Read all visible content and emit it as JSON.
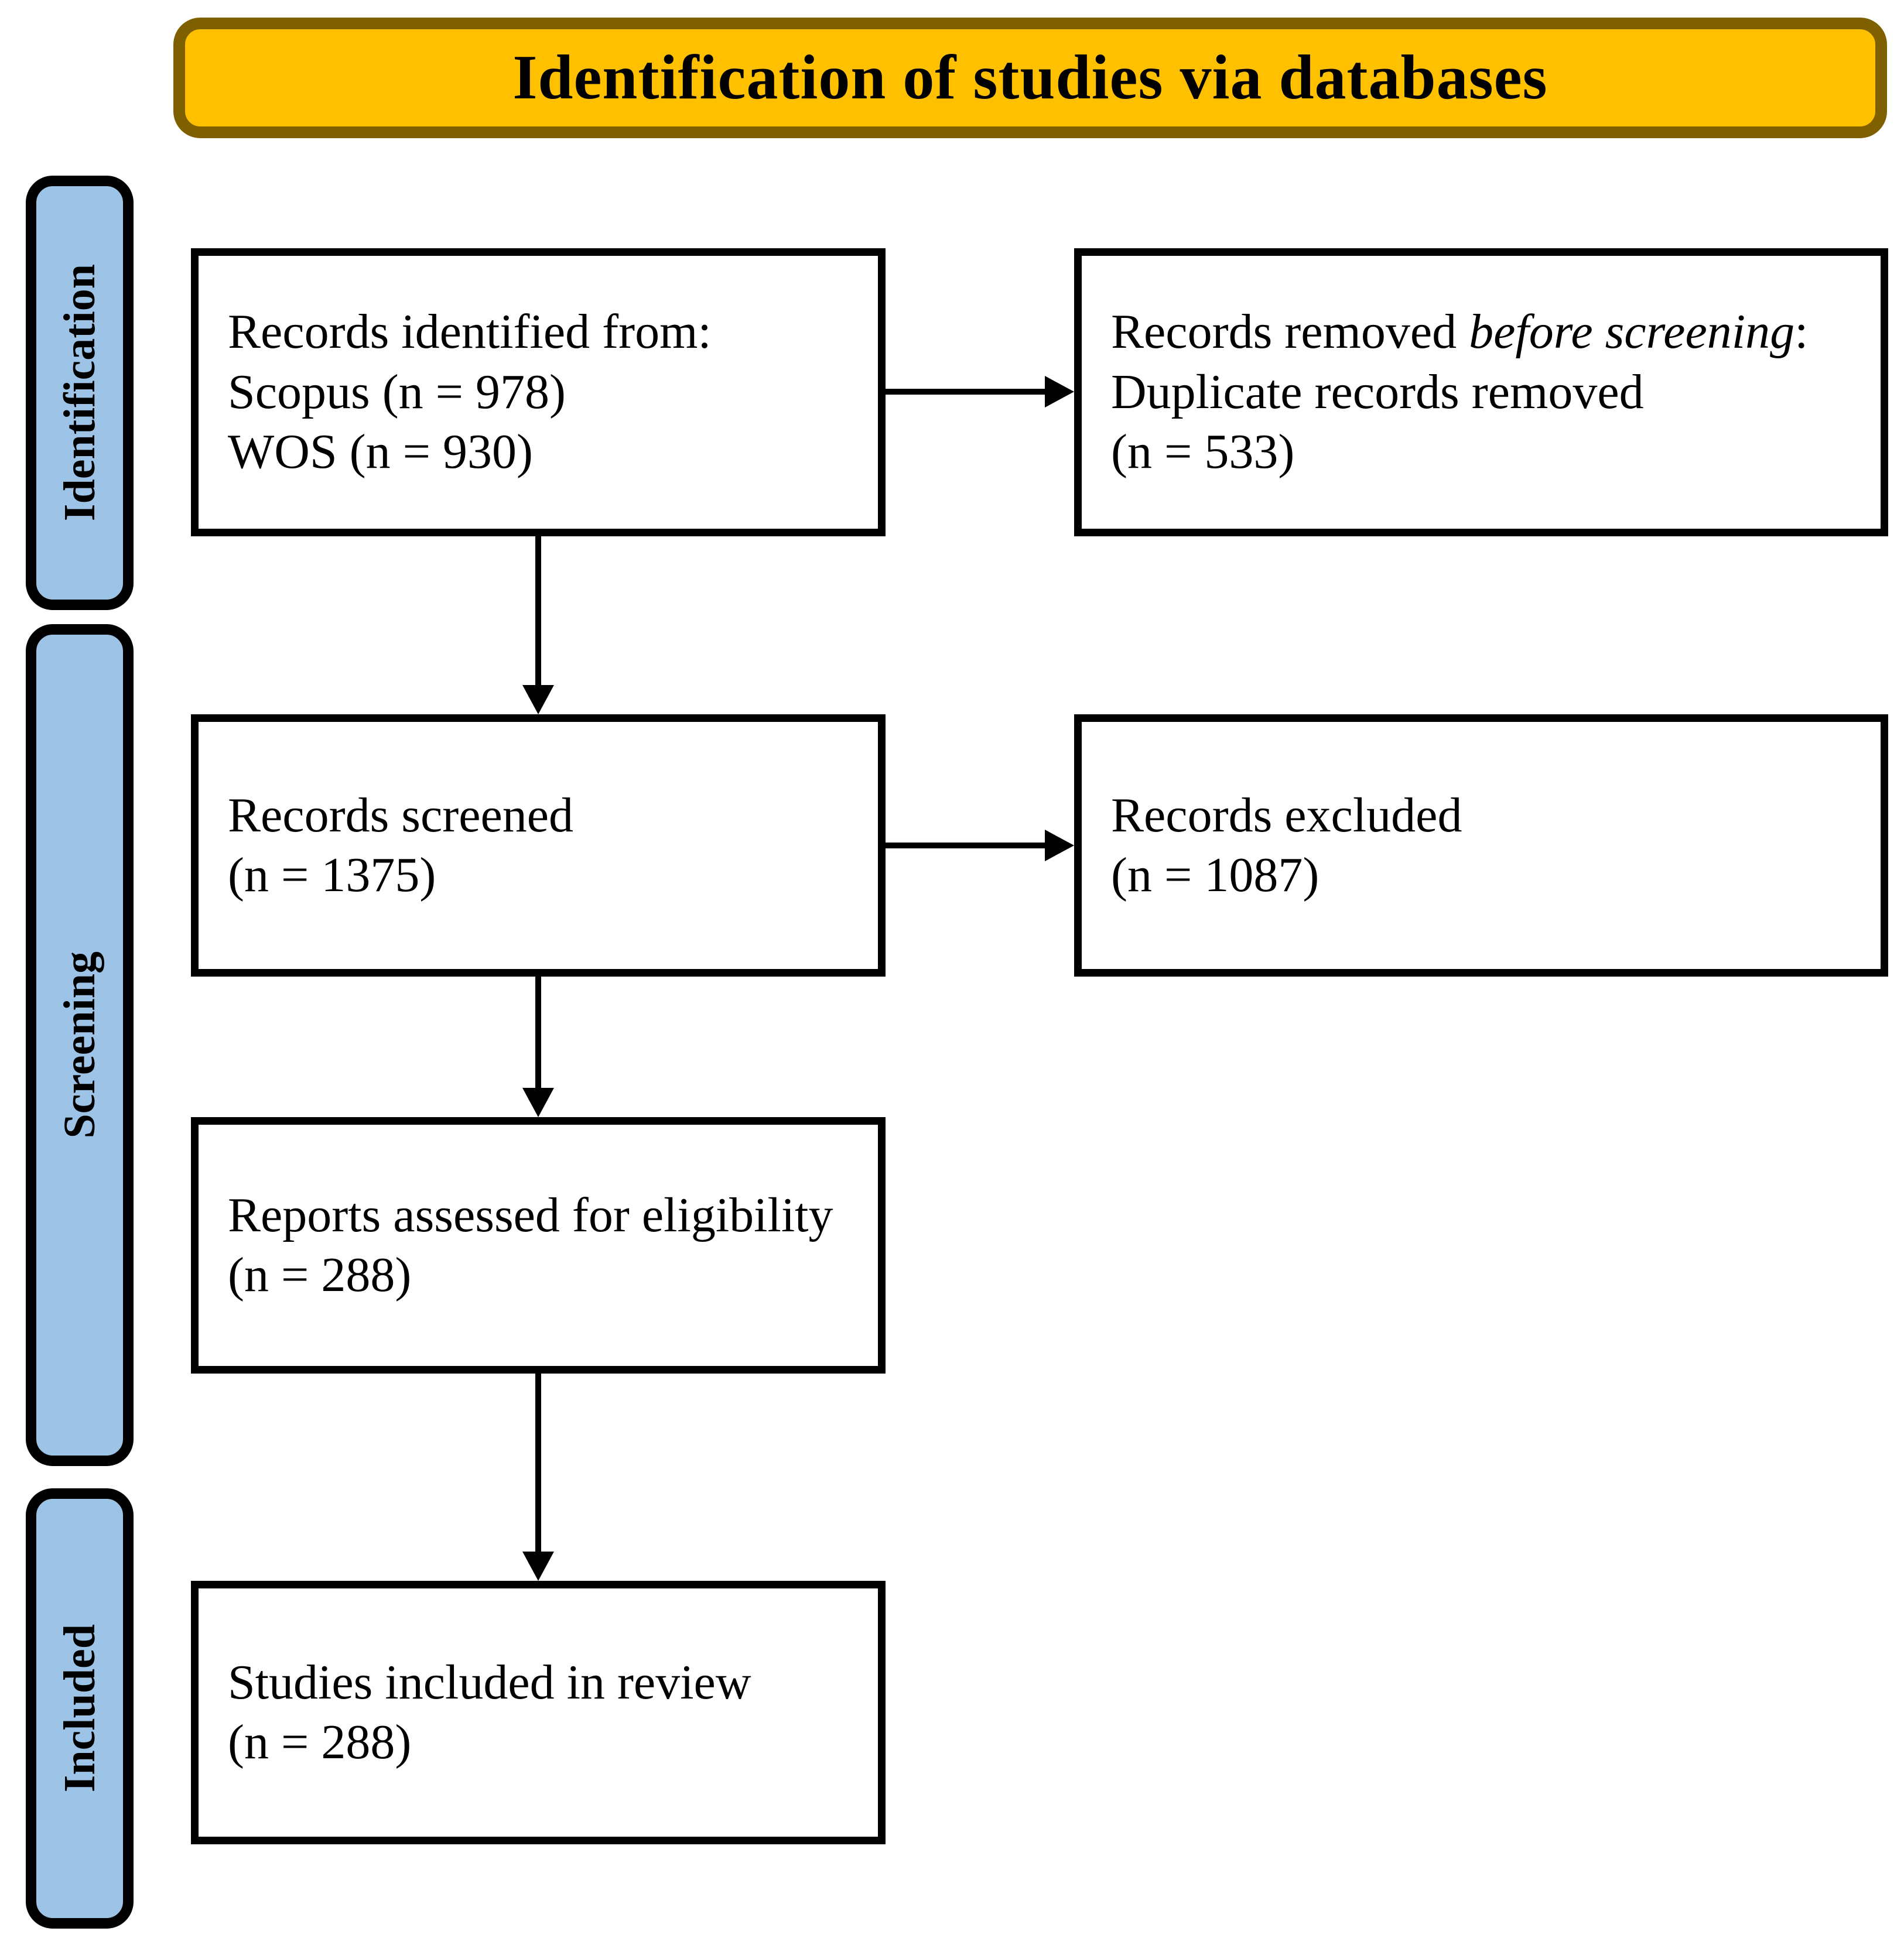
{
  "title": "Identification of studies via databases",
  "colors": {
    "banner_fill": "#FFC000",
    "banner_border": "#7F6000",
    "stage_fill": "#9DC3E6",
    "stage_border": "#000000",
    "box_bg": "#FFFFFF",
    "box_border": "#000000",
    "text": "#000000"
  },
  "stages": {
    "identification": "Identification",
    "screening": "Screening",
    "included": "Included"
  },
  "boxes": {
    "identified": {
      "line1": "Records identified from:",
      "line2": "Scopus (n = 978)",
      "line3": "WOS (n = 930)"
    },
    "removed": {
      "line1_prefix": "Records removed ",
      "line1_italic": "before screening",
      "line1_suffix": ":",
      "line2": "Duplicate records removed",
      "line3": "(n = 533)"
    },
    "screened": {
      "line1": "Records screened",
      "line2": "(n = 1375)"
    },
    "excluded": {
      "line1": "Records excluded",
      "line2": "(n = 1087)"
    },
    "assessed": {
      "line1": "Reports assessed for eligibility",
      "line2": "(n = 288)"
    },
    "included_box": {
      "line1": "Studies included in review",
      "line2": "(n = 288)"
    }
  }
}
